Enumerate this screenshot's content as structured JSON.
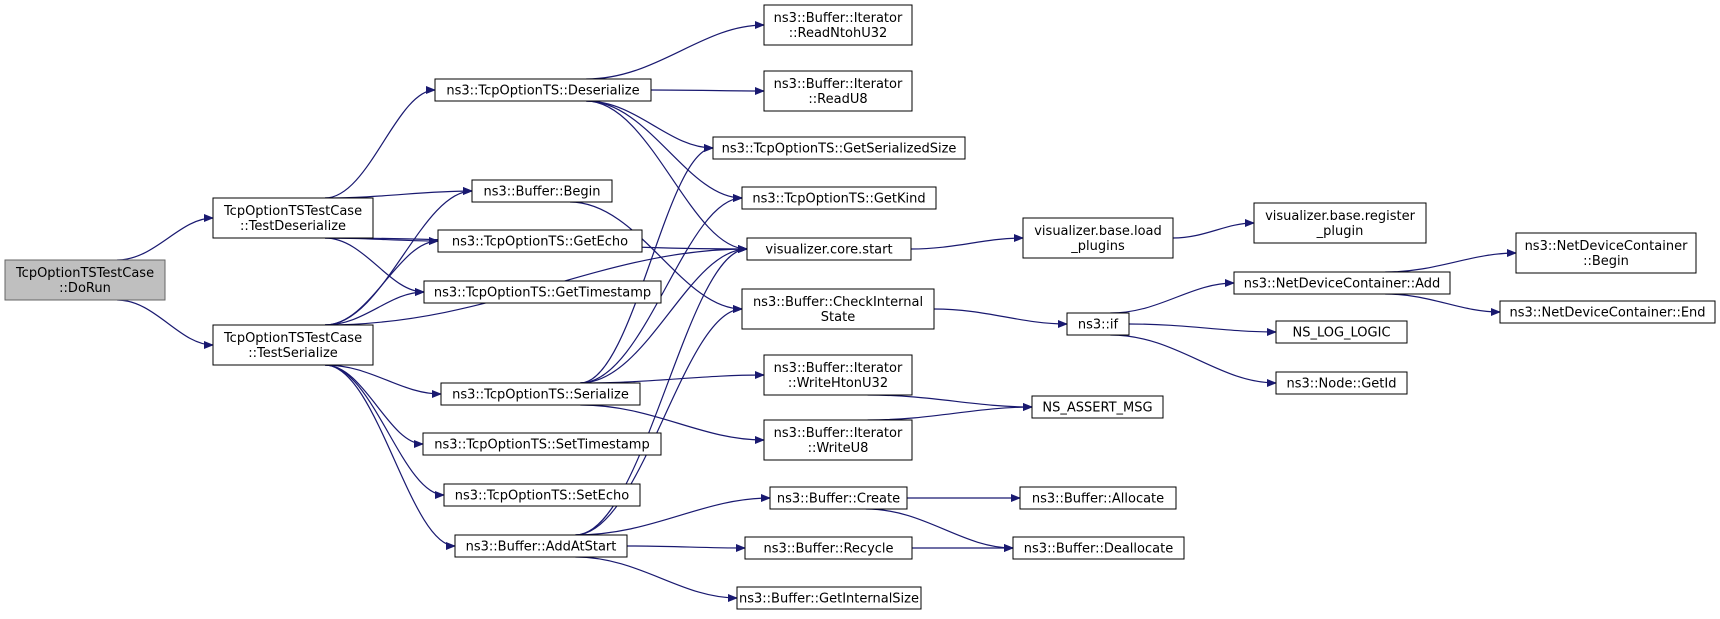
{
  "colors": {
    "edge": "#191970",
    "node_border": "#000000",
    "root_fill": "#bfbfbf",
    "root_border": "#666666",
    "node_fill": "#ffffff"
  },
  "nodes": [
    {
      "id": "dorun",
      "lines": [
        "TcpOptionTSTestCase",
        "::DoRun"
      ],
      "root": true
    },
    {
      "id": "testdeser",
      "lines": [
        "TcpOptionTSTestCase",
        "::TestDeserialize"
      ]
    },
    {
      "id": "testser",
      "lines": [
        "TcpOptionTSTestCase",
        "::TestSerialize"
      ]
    },
    {
      "id": "deserialize",
      "lines": [
        "ns3::TcpOptionTS::Deserialize"
      ]
    },
    {
      "id": "bufbegin",
      "lines": [
        "ns3::Buffer::Begin"
      ]
    },
    {
      "id": "getecho",
      "lines": [
        "ns3::TcpOptionTS::GetEcho"
      ]
    },
    {
      "id": "gettimestamp",
      "lines": [
        "ns3::TcpOptionTS::GetTimestamp"
      ]
    },
    {
      "id": "serialize",
      "lines": [
        "ns3::TcpOptionTS::Serialize"
      ]
    },
    {
      "id": "settimestamp",
      "lines": [
        "ns3::TcpOptionTS::SetTimestamp"
      ]
    },
    {
      "id": "setecho",
      "lines": [
        "ns3::TcpOptionTS::SetEcho"
      ]
    },
    {
      "id": "addatstart",
      "lines": [
        "ns3::Buffer::AddAtStart"
      ]
    },
    {
      "id": "readntohu32",
      "lines": [
        "ns3::Buffer::Iterator",
        "::ReadNtohU32"
      ]
    },
    {
      "id": "readu8",
      "lines": [
        "ns3::Buffer::Iterator",
        "::ReadU8"
      ]
    },
    {
      "id": "getsersize",
      "lines": [
        "ns3::TcpOptionTS::GetSerializedSize"
      ]
    },
    {
      "id": "getkind",
      "lines": [
        "ns3::TcpOptionTS::GetKind"
      ]
    },
    {
      "id": "vizstart",
      "lines": [
        "visualizer.core.start"
      ]
    },
    {
      "id": "checkinternal",
      "lines": [
        "ns3::Buffer::CheckInternal",
        "State"
      ]
    },
    {
      "id": "writehtonu32",
      "lines": [
        "ns3::Buffer::Iterator",
        "::WriteHtonU32"
      ]
    },
    {
      "id": "writeu8",
      "lines": [
        "ns3::Buffer::Iterator",
        "::WriteU8"
      ]
    },
    {
      "id": "bufcreate",
      "lines": [
        "ns3::Buffer::Create"
      ]
    },
    {
      "id": "bufrecycle",
      "lines": [
        "ns3::Buffer::Recycle"
      ]
    },
    {
      "id": "getinternalsize",
      "lines": [
        "ns3::Buffer::GetInternalSize"
      ]
    },
    {
      "id": "loadplugins",
      "lines": [
        "visualizer.base.load",
        "_plugins"
      ]
    },
    {
      "id": "registerplugin",
      "lines": [
        "visualizer.base.register",
        "_plugin"
      ]
    },
    {
      "id": "nsif",
      "lines": [
        "ns3::if"
      ]
    },
    {
      "id": "assertmsg",
      "lines": [
        "NS_ASSERT_MSG"
      ]
    },
    {
      "id": "allocate",
      "lines": [
        "ns3::Buffer::Allocate"
      ]
    },
    {
      "id": "deallocate",
      "lines": [
        "ns3::Buffer::Deallocate"
      ]
    },
    {
      "id": "ndcadd",
      "lines": [
        "ns3::NetDeviceContainer::Add"
      ]
    },
    {
      "id": "nslogic",
      "lines": [
        "NS_LOG_LOGIC"
      ]
    },
    {
      "id": "nodegetid",
      "lines": [
        "ns3::Node::GetId"
      ]
    },
    {
      "id": "ndcbegin",
      "lines": [
        "ns3::NetDeviceContainer",
        "::Begin"
      ]
    },
    {
      "id": "ndcend",
      "lines": [
        "ns3::NetDeviceContainer::End"
      ]
    }
  ],
  "edges": [
    [
      "dorun",
      "testdeser"
    ],
    [
      "dorun",
      "testser"
    ],
    [
      "testdeser",
      "deserialize"
    ],
    [
      "testdeser",
      "bufbegin"
    ],
    [
      "testdeser",
      "getecho"
    ],
    [
      "testdeser",
      "gettimestamp"
    ],
    [
      "testdeser",
      "vizstart"
    ],
    [
      "testser",
      "bufbegin"
    ],
    [
      "testser",
      "getecho"
    ],
    [
      "testser",
      "gettimestamp"
    ],
    [
      "testser",
      "serialize"
    ],
    [
      "testser",
      "settimestamp"
    ],
    [
      "testser",
      "setecho"
    ],
    [
      "testser",
      "addatstart"
    ],
    [
      "testser",
      "vizstart"
    ],
    [
      "deserialize",
      "readntohu32"
    ],
    [
      "deserialize",
      "readu8"
    ],
    [
      "deserialize",
      "getsersize"
    ],
    [
      "deserialize",
      "getkind"
    ],
    [
      "deserialize",
      "vizstart"
    ],
    [
      "bufbegin",
      "checkinternal"
    ],
    [
      "serialize",
      "getsersize"
    ],
    [
      "serialize",
      "getkind"
    ],
    [
      "serialize",
      "vizstart"
    ],
    [
      "serialize",
      "writehtonu32"
    ],
    [
      "serialize",
      "writeu8"
    ],
    [
      "addatstart",
      "checkinternal"
    ],
    [
      "addatstart",
      "vizstart"
    ],
    [
      "addatstart",
      "bufcreate"
    ],
    [
      "addatstart",
      "bufrecycle"
    ],
    [
      "addatstart",
      "getinternalsize"
    ],
    [
      "vizstart",
      "loadplugins"
    ],
    [
      "loadplugins",
      "registerplugin"
    ],
    [
      "checkinternal",
      "nsif"
    ],
    [
      "writehtonu32",
      "assertmsg"
    ],
    [
      "writeu8",
      "assertmsg"
    ],
    [
      "bufcreate",
      "allocate"
    ],
    [
      "bufcreate",
      "deallocate"
    ],
    [
      "bufrecycle",
      "deallocate"
    ],
    [
      "nsif",
      "ndcadd"
    ],
    [
      "nsif",
      "nslogic"
    ],
    [
      "nsif",
      "nodegetid"
    ],
    [
      "ndcadd",
      "ndcbegin"
    ],
    [
      "ndcadd",
      "ndcend"
    ]
  ]
}
